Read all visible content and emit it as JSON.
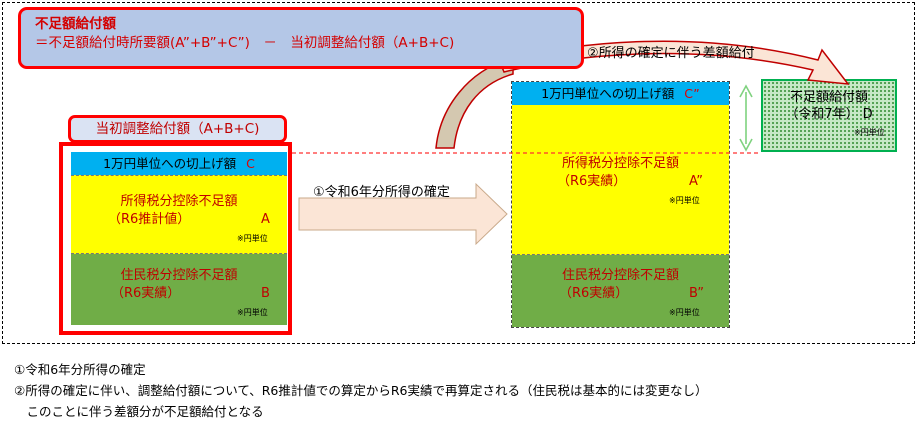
{
  "formula": {
    "title": "不足額給付額",
    "expression": "＝不足額給付時所要額(A”+B”+C”)　－　当初調整給付額（A+B+C)"
  },
  "left": {
    "header": "当初調整給付額（A+B+C)",
    "round_label": "1万円単位への切上げ額",
    "round_letter": "C",
    "income_tax_line1": "所得税分控除不足額",
    "income_tax_line2": "（R6推計値）",
    "income_tax_letter": "A",
    "income_tax_note": "※円単位",
    "resident_tax_line1": "住民税分控除不足額",
    "resident_tax_line2": "（R6実績）",
    "resident_tax_letter": "B",
    "resident_tax_note": "※円単位"
  },
  "arrow1_label": "①令和6年分所得の確定",
  "arrow2_label": "②所得の確定に伴う差額給付",
  "right": {
    "round_label": "1万円単位への切上げ額",
    "round_letter": "C”",
    "income_tax_line1": "所得税分控除不足額",
    "income_tax_line2": "（R6実績）",
    "income_tax_letter": "A”",
    "income_tax_note": "※円単位",
    "resident_tax_line1": "住民税分控除不足額",
    "resident_tax_line2": "（R6実績）",
    "resident_tax_letter": "B”",
    "resident_tax_note": "※円単位"
  },
  "d_box": {
    "line1": "不足額給付額",
    "line2": "（令和7年）",
    "letter": "D",
    "note": "※円単位"
  },
  "notes": [
    "①令和6年分所得の確定",
    "②所得の確定に伴い、調整給付額について、R6推計値での算定からR6実績で再算定される（住民税は基本的には変更なし）",
    "　このことに伴う差額分が不足額給付となる"
  ],
  "colors": {
    "red": "#ff0000",
    "blue_band": "#00b0f0",
    "yellow": "#ffff00",
    "green": "#70ad47",
    "formula_bg": "#b4c7e7"
  }
}
